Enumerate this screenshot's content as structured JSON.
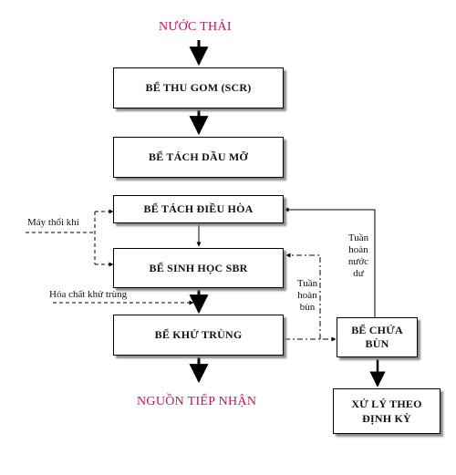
{
  "diagram": {
    "title_top": "NƯỚC THẢI",
    "title_bottom": "NGUỒN TIẾP NHẬN",
    "boxes": {
      "collection_tank": "BỂ THU GOM (SCR)",
      "grease_separator": "BỂ TÁCH DẦU MỠ",
      "equalization_tank": "BỂ TÁCH ĐIỀU HÒA",
      "sbr_tank": "BỂ SINH HỌC SBR",
      "disinfection_tank": "BỂ KHỬ TRÙNG",
      "sludge_tank_line1": "BỂ CHỨA",
      "sludge_tank_line2": "BÙN",
      "periodic_treatment_line1": "XỬ LÝ THEO",
      "periodic_treatment_line2": "ĐỊNH KỲ"
    },
    "labels": {
      "air_blower": "Máy thổi khí",
      "disinfectant": "Hóa chất khử trùng",
      "sludge_recycle_line1": "Tuần",
      "sludge_recycle_line2": "hoàn",
      "sludge_recycle_line3": "bùn",
      "water_recycle_line1": "Tuần",
      "water_recycle_line2": "hoàn",
      "water_recycle_line3": "nước",
      "water_recycle_line4": "dư"
    }
  }
}
